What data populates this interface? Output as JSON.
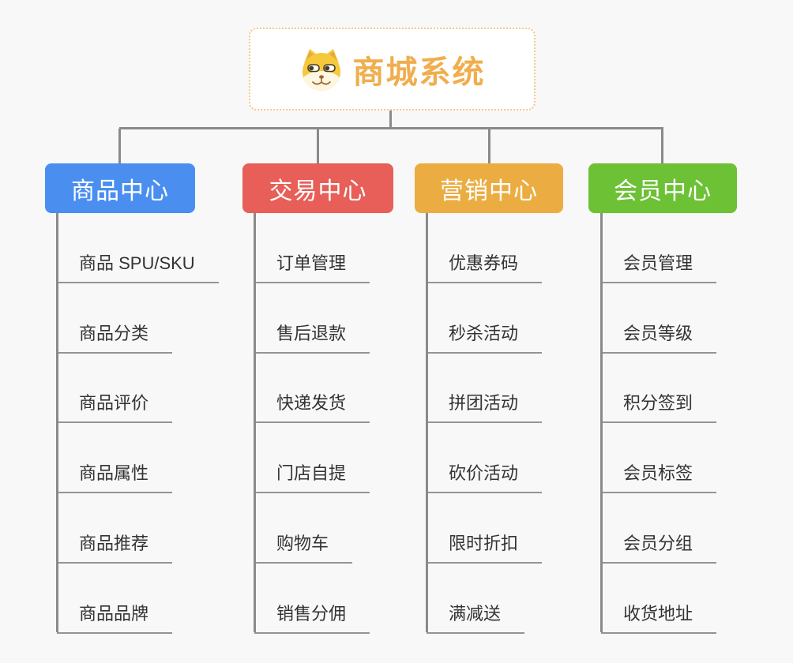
{
  "root": {
    "label": "商城系统",
    "icon": "doge-icon",
    "text_color": "#F0AE4E",
    "border_color": "#F5C88A"
  },
  "colors": {
    "background": "#F8F8F8",
    "connector": "#8A8A8A",
    "child_underline": "#949494",
    "child_text": "#333333"
  },
  "branches": [
    {
      "label": "商品中心",
      "color": "#4A8FF0",
      "children": [
        "商品 SPU/SKU",
        "商品分类",
        "商品评价",
        "商品属性",
        "商品推荐",
        "商品品牌"
      ]
    },
    {
      "label": "交易中心",
      "color": "#E75F58",
      "children": [
        "订单管理",
        "售后退款",
        "快递发货",
        "门店自提",
        "购物车",
        "销售分佣"
      ]
    },
    {
      "label": "营销中心",
      "color": "#EBAD41",
      "children": [
        "优惠券码",
        "秒杀活动",
        "拼团活动",
        "砍价活动",
        "限时折扣",
        "满减送"
      ]
    },
    {
      "label": "会员中心",
      "color": "#6DC135",
      "children": [
        "会员管理",
        "会员等级",
        "积分签到",
        "会员标签",
        "会员分组",
        "收货地址"
      ]
    }
  ]
}
